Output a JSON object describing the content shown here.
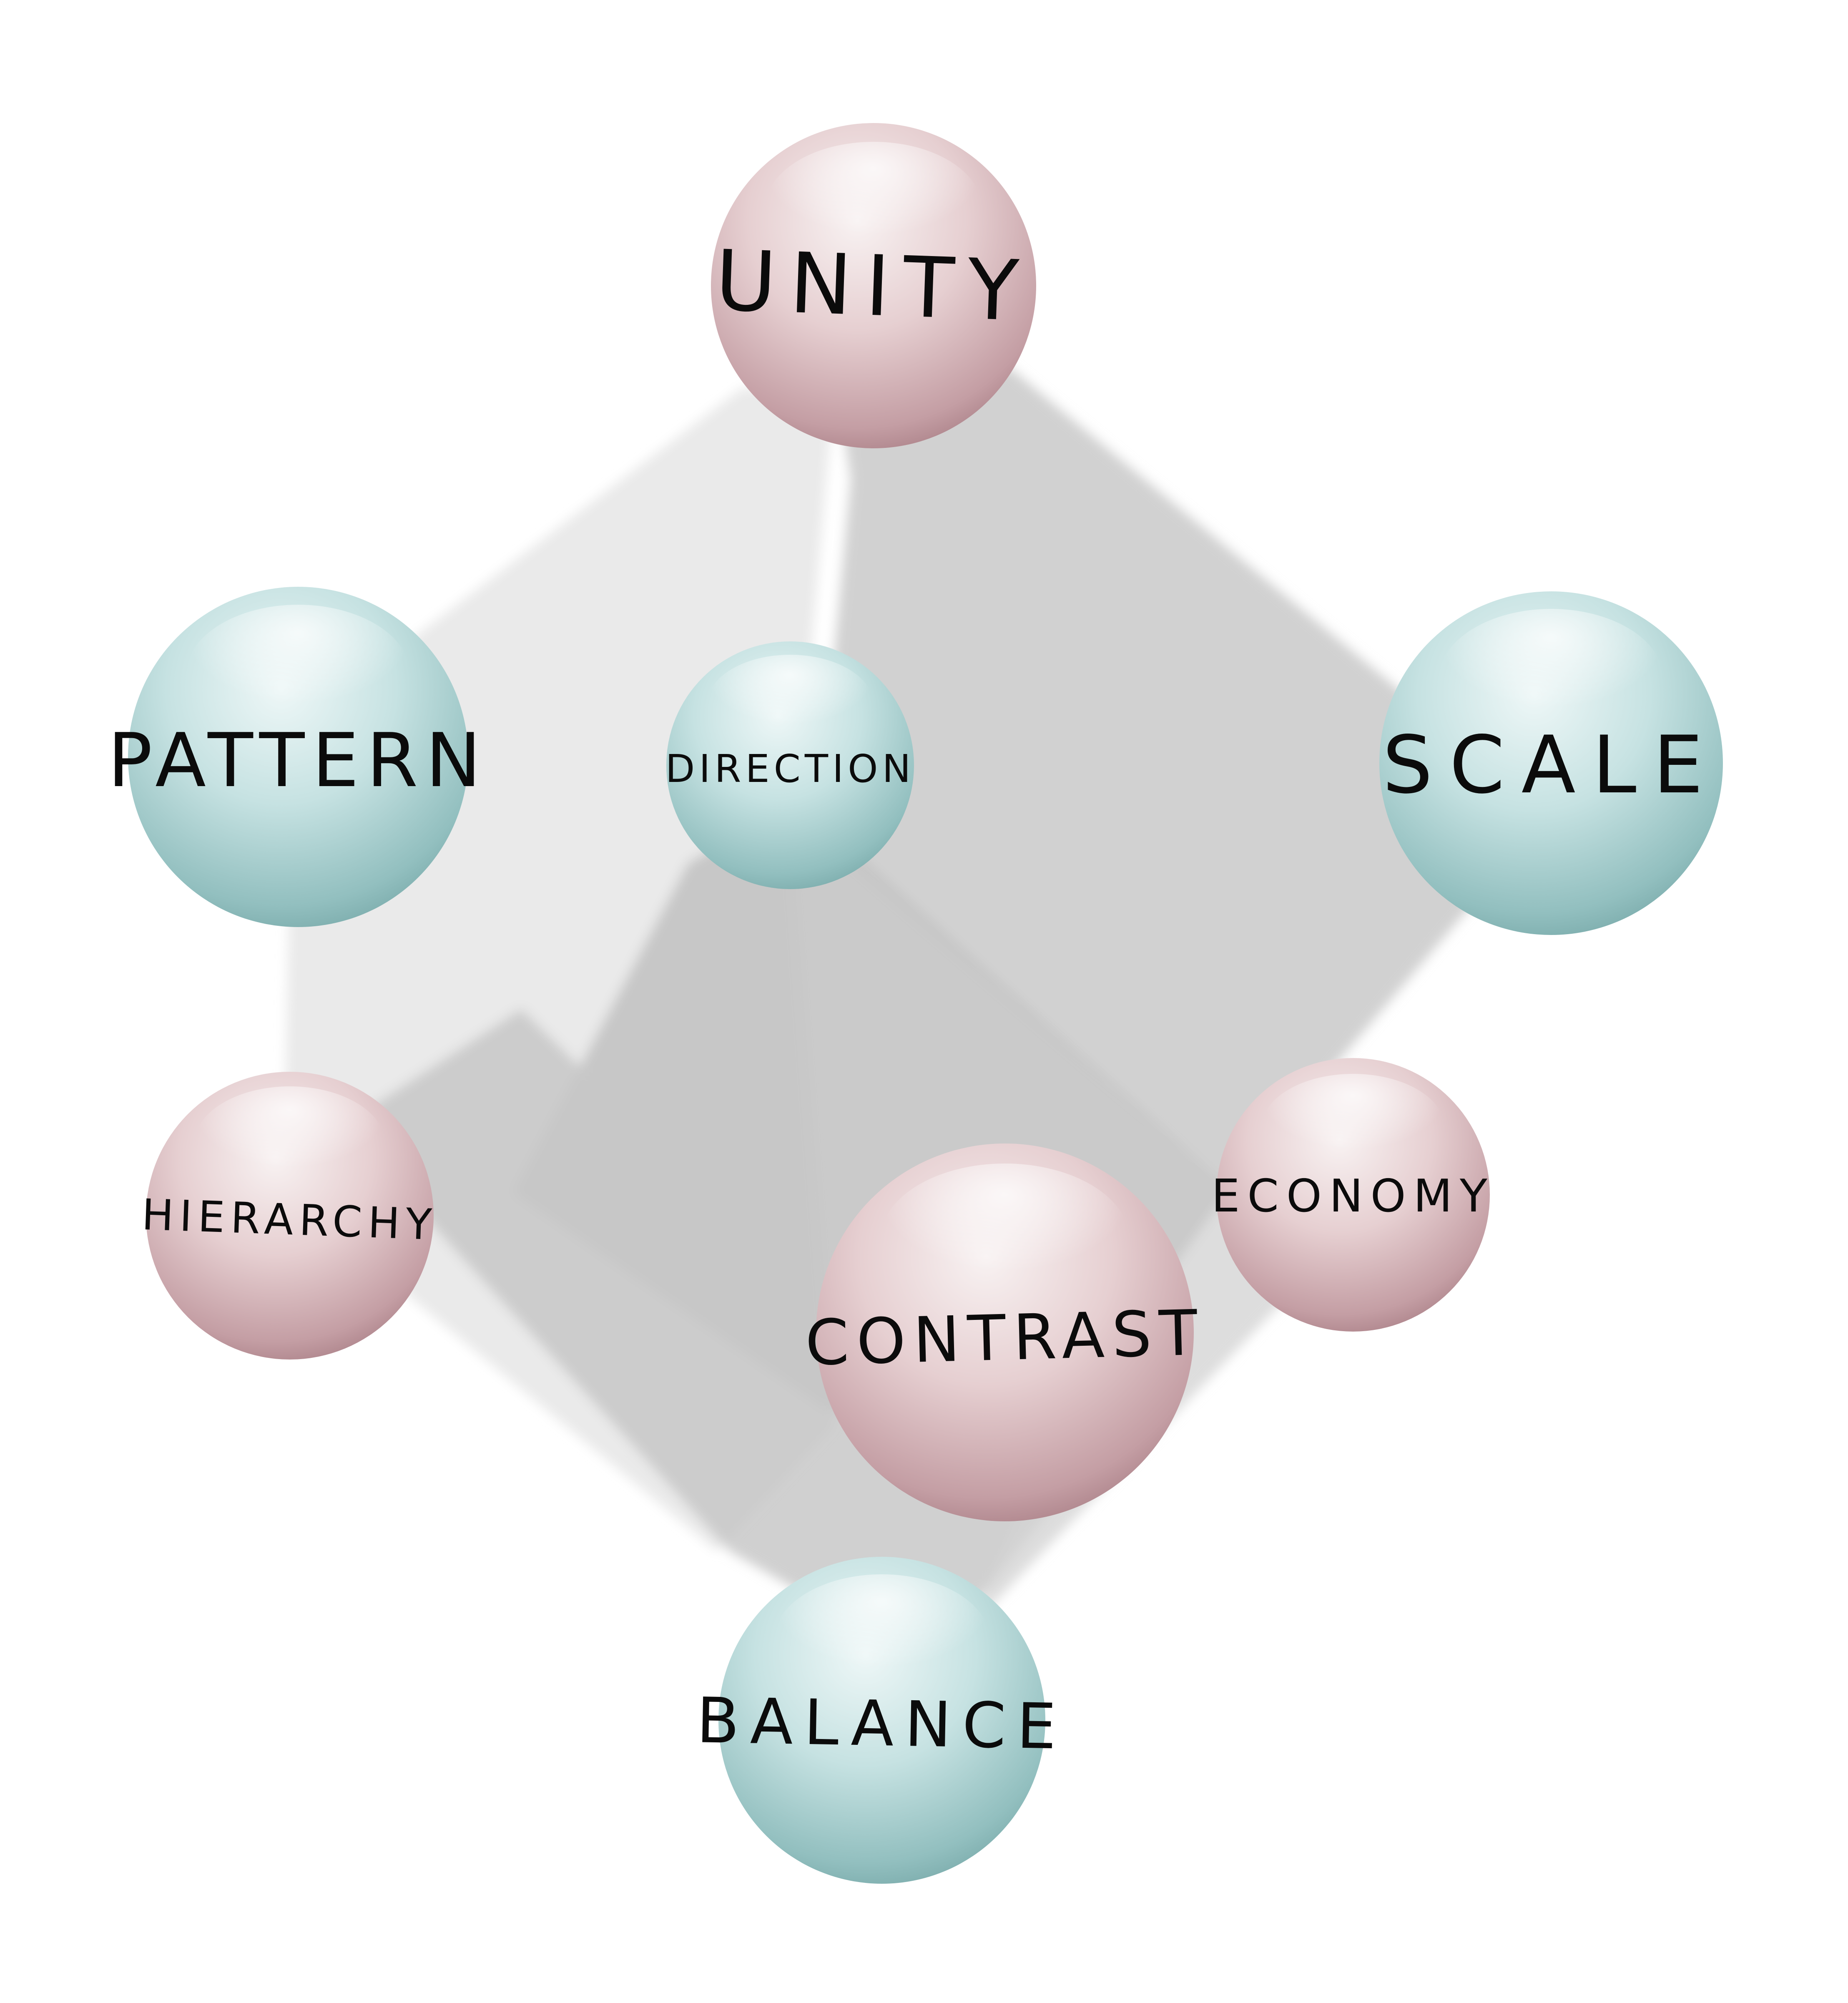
{
  "colors": {
    "pink_light": "#f6eeee",
    "pink_mid": "#dcbfc2",
    "pink_dark": "#b58e95",
    "teal_light": "#eaf4f4",
    "teal_mid": "#b6d8d8",
    "teal_dark": "#86b5b5",
    "cube_face_light": "#e6e6e6",
    "cube_face_mid": "#cfcfcf",
    "cube_face_dark": "#bdbdbd",
    "label": "#0b0b0b"
  },
  "spheres": {
    "unity": {
      "label": "UNITY",
      "tone": "pink"
    },
    "pattern": {
      "label": "PATTERN",
      "tone": "teal"
    },
    "direction": {
      "label": "DIRECTION",
      "tone": "teal"
    },
    "scale": {
      "label": "SCALE",
      "tone": "teal"
    },
    "hierarchy": {
      "label": "HIERARCHY",
      "tone": "pink"
    },
    "economy": {
      "label": "ECONOMY",
      "tone": "pink"
    },
    "contrast": {
      "label": "CONTRAST",
      "tone": "pink"
    },
    "balance": {
      "label": "BALANCE",
      "tone": "teal"
    }
  }
}
